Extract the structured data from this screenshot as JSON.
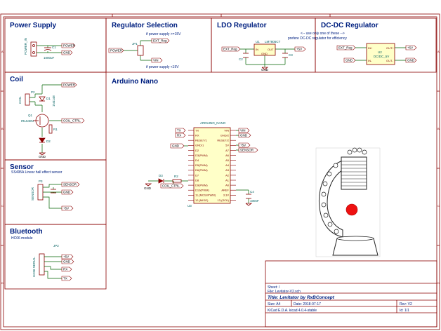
{
  "sections": {
    "power_supply": "Power Supply",
    "regulator_selection": "Regulator Selection",
    "ldo_regulator": "LDO Regulator",
    "dcdc_regulator": "DC-DC Regulator",
    "coil": "Coil",
    "arduino_nano": "Arduino Nano",
    "sensor": "Sensor",
    "bluetooth": "Bluetooth"
  },
  "power_supply": {
    "net_power": "POWER",
    "net_gnd": "GND",
    "connector": "POWER_IN",
    "cap": "C1",
    "cap_value": "1000uF"
  },
  "regulator": {
    "note_top": "if power supply >=15V",
    "note_bottom": "if power supply <15V",
    "net_power": "POWER",
    "net_ext_reg": "EXT_Reg",
    "net_vin": "VIN",
    "jumper": "JP1"
  },
  "ldo": {
    "net_ext_reg": "EXT_Reg",
    "net_5v": "+5V",
    "net_gnd": "GND",
    "part": "U1",
    "part_value": "LM7805CT",
    "pin_in": "IN",
    "pin_out": "OUT",
    "pin_gnd": "GND",
    "cap_in": "C2",
    "cap_out": "C3"
  },
  "dcdc": {
    "note_line1": "<-- use only one of these -->",
    "note_line2": "prefere DC-DC regulator for efficiency",
    "net_ext_reg": "EXT_Reg",
    "net_5v": "+5V",
    "net_gnd": "GND",
    "part": "U2",
    "part_value": "DC/DC_5V",
    "pin_in_pos": "IN+",
    "pin_in_neg": "IN-",
    "pin_out_pos": "OUT+",
    "pin_out_neg": "OUT-"
  },
  "coil": {
    "net_power": "POWER",
    "net_coil_ctrl": "COIL_CTRL",
    "net_gnd": "GND",
    "connector": "P2",
    "connector_label": "COIL",
    "diode": "D1",
    "diode_value": "1N4148",
    "mosfet": "Q1",
    "mosfet_value": "IRL540N",
    "resistor": "R1",
    "led": "D2"
  },
  "arduino": {
    "part_name": "ARDUINO_NANO",
    "part_ref": "U3",
    "left_pins": [
      "TX",
      "RX",
      "RESET/1",
      "GND/1",
      "D2",
      "D3(PWM)",
      "D4",
      "D5(PWM)",
      "D6(PWM)",
      "D7",
      "D8",
      "D9(PWM)",
      "D10(PWM)",
      "11,(MOSI/PWM)",
      "12,(MISO)"
    ],
    "right_pins": [
      "VIN",
      "GND/2",
      "RESET/2",
      "5V",
      "A7",
      "A6",
      "A5",
      "A4",
      "A3",
      "A2",
      "A1",
      "A0",
      "AREF",
      "3.3V",
      "13,(SCK)"
    ],
    "net_tx": "TX",
    "net_rx": "RX",
    "net_gnd": "GND",
    "net_vin": "VIN",
    "net_5v": "+5V",
    "net_sensor": "SENSOR",
    "net_coil_ctrl": "COIL_CTRL",
    "led": "D3",
    "resistor": "R2",
    "cap": "C4",
    "cap_value": "100nF"
  },
  "sensor": {
    "subtitle": "SS495A Linear hall effect sensor",
    "net_sensor": "SENSOR",
    "net_gnd": "GND",
    "net_5v": "+5V",
    "connector": "P3",
    "connector_label": "SENSOR"
  },
  "bluetooth": {
    "subtitle": "HC06 module",
    "connector": "JP2",
    "connector_label": "HC06 SERIAL",
    "net_5v": "+5V",
    "net_gnd": "GND",
    "net_rx": "RX",
    "net_tx": "TX"
  },
  "title_block": {
    "sheet": "Sheet: /",
    "file": "File: Levitator-V2.sch",
    "title": "Title: Levitator by RxBConcept",
    "size": "Size: A4",
    "date": "Date: 2018-07-17",
    "rev": "Rev: V2",
    "kicad": "KiCad E.D.A.  kicad 4.0.4-stable",
    "id": "Id: 1/1"
  },
  "colors": {
    "frame": "#8b0000",
    "wire": "#006400",
    "component": "#8b0000",
    "pin_text": "#800000",
    "net_label": "#000000",
    "title_text": "#002080",
    "magnet_ball": "#ee1111"
  }
}
